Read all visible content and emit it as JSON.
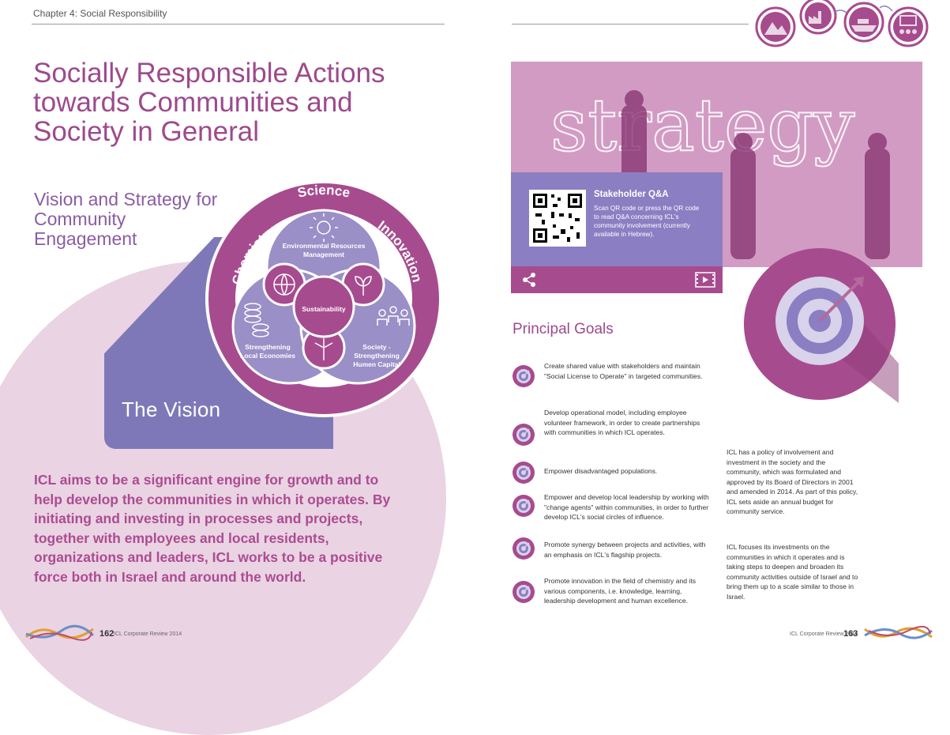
{
  "left": {
    "chapter": "Chapter 4: Social Responsibility",
    "title": "Socially Responsible Actions towards Communities and Society in General",
    "section_title": "Vision and Strategy for Community Engagement",
    "diagram": {
      "outer_labels": [
        "Chemistry",
        "Science",
        "Innovation"
      ],
      "segments": {
        "top": "Environmental Resources Management",
        "left": "Strengthening Local Economies",
        "right": "Society - Strengthening Humen Capital",
        "center": "Sustainability"
      },
      "colors": {
        "ring": "#a74b8f",
        "segment": "#9a8fc7",
        "lens": "#a74b8f"
      }
    },
    "vision_label": "The Vision",
    "vision_text": "ICL aims to be a significant engine for growth and to help develop the communities in which it operates. By initiating and investing in processes and projects, together with employees and local residents, organizations and leaders, ICL works to be a positive force both in Israel and around the world.",
    "page_number": "162",
    "footer": "ICL Corporate Review 2014"
  },
  "right": {
    "qr": {
      "title": "Stakeholder Q&A",
      "text": "Scan QR code or press the QR code to read Q&A concerning ICL's community involvement (currently available in Hebrew)."
    },
    "photo_word": "strategy",
    "goals_title": "Principal Goals",
    "goals": [
      "Create shared value with stakeholders and maintain \"Social License to Operate\" in targeted communities.",
      "Develop operational model, including employee volunteer framework, in order to create partnerships with communities in which ICL operates.",
      "Empower disadvantaged populations.",
      "Empower and develop local leadership by working with \"change agents\" within communities, in order to further develop ICL's social circles of influence.",
      "Promote synergy between projects and activities, with an emphasis on ICL's flagship projects.",
      "Promote innovation in the field of chemistry and its various components, i.e. knowledge, learning, leadership development and human excellence."
    ],
    "side_paragraphs": [
      "ICL has a policy of involvement and investment in the society and the community, which was formulated and approved by its Board of Directors in 2001 and amended in 2014. As part of this policy, ICL sets aside an annual budget for community service.",
      "ICL focuses its investments on the communities in which it operates and is taking steps to deepen and broaden its community activities outside of Israel and to bring them up to a scale similar to those in Israel."
    ],
    "page_number": "163",
    "footer": "ICL Corporate Review 2014"
  },
  "colors": {
    "accent_purple": "#9d4a8c",
    "lavender": "#8b7ec2",
    "pink_bg": "#ead3e3"
  }
}
